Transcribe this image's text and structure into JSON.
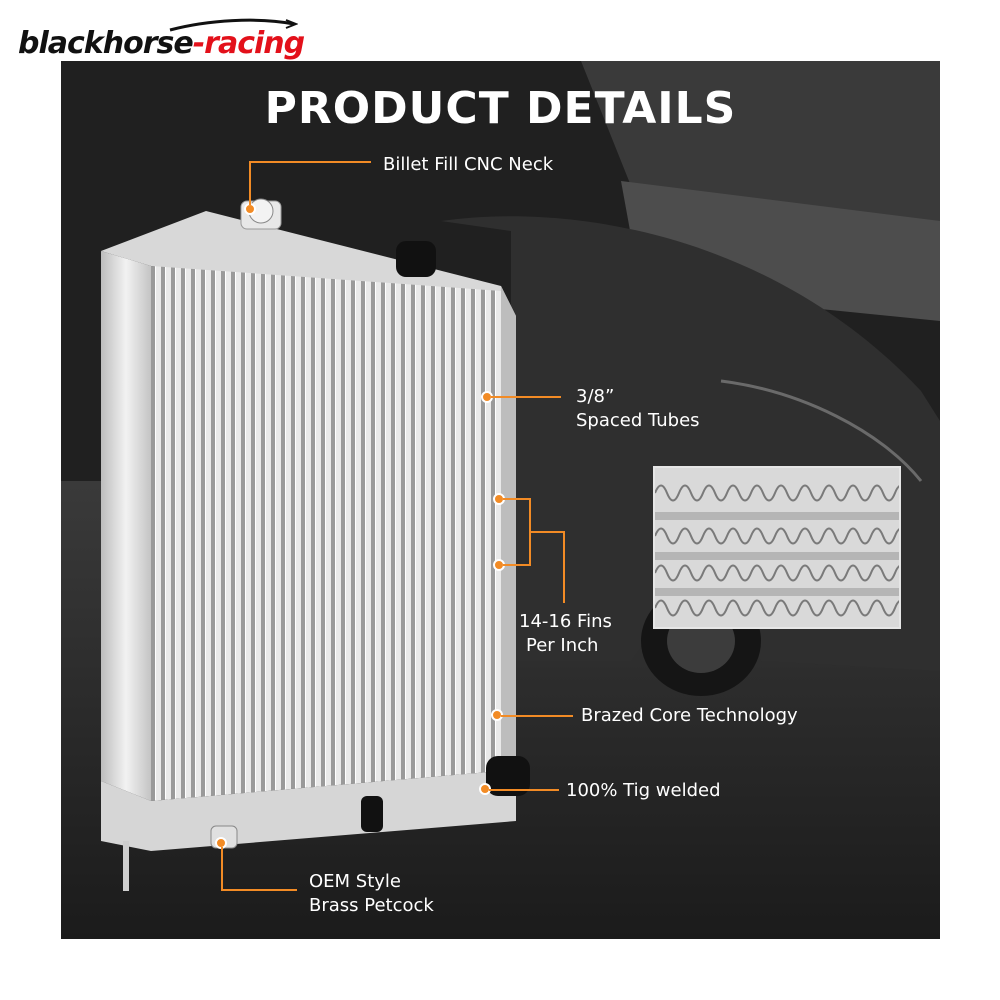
{
  "brand": {
    "logo_main": "blackhorse",
    "logo_accent": "-racing",
    "accent_color": "#e3101a"
  },
  "title": "PRODUCT DETAILS",
  "callouts": {
    "fill_neck": "Billet Fill CNC Neck",
    "tubes_line1": "3/8”",
    "tubes_line2": "Spaced Tubes",
    "fins_line1": "14-16 Fins",
    "fins_line2": "Per Inch",
    "core": "Brazed Core Technology",
    "welded": "100% Tig welded",
    "petcock_line1": "OEM Style",
    "petcock_line2": "Brass Petcock"
  },
  "colors": {
    "callout_orange": "#f28b25",
    "panel_dark": "#222222"
  }
}
